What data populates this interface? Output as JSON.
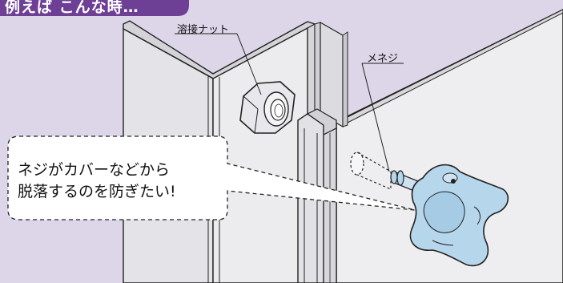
{
  "banner": {
    "title": "例えば こんな時…"
  },
  "labels": {
    "weld_nut": "溶接ナット",
    "screw": "メネジ"
  },
  "callout": {
    "lines": [
      "ネジがカバーなどから",
      "脱落するのを防ぎたい!"
    ]
  },
  "colors": {
    "background": "#ddd5e8",
    "banner": "#6d3f95",
    "panel": "#e6e6e8",
    "knob": "#b6d6ec",
    "nut": "#e8e8ec",
    "stroke": "#222222"
  }
}
